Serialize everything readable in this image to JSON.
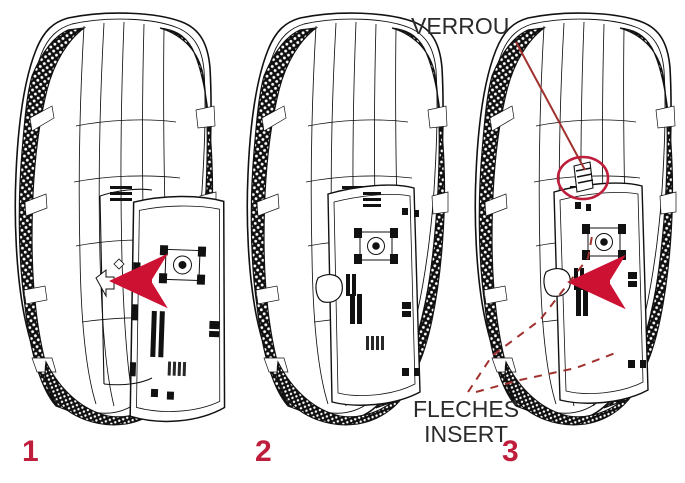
{
  "figure": {
    "type": "technical-exploded-assembly-illustration",
    "subject": "vehicle grille mesh panel with removable insert",
    "language": "fr",
    "background_color": "#FFFFFF",
    "line_color": "#111111",
    "accent_red": "#BE1E3C",
    "leader_red": "#A0312E",
    "arrow_red": "#CC1133",
    "label_text_color": "#2B2B2B"
  },
  "panels": [
    {
      "id": "panel-1",
      "number": "1",
      "caption": "insert detached, red arrow shows insertion direction",
      "has_red_arrow": true,
      "arrow_direction": "left"
    },
    {
      "id": "panel-2",
      "number": "2",
      "caption": "insert seated against grille, no arrow",
      "has_red_arrow": false,
      "arrow_direction": ""
    },
    {
      "id": "panel-3",
      "number": "3",
      "caption": "insert locked, lock and insert arrows called out",
      "has_red_arrow": true,
      "arrow_direction": "left"
    }
  ],
  "callouts": {
    "verrou": {
      "text": "VERROU",
      "leader_style": "solid",
      "leader_color": "#A0312E",
      "highlight_shape": "ellipse",
      "highlight_color": "#BE1E3C"
    },
    "fleches_insert": {
      "line1": "FLECHES",
      "line2": "INSERT",
      "leader_style": "dashed",
      "leader_color": "#A0312E",
      "leader_count": 2
    }
  }
}
